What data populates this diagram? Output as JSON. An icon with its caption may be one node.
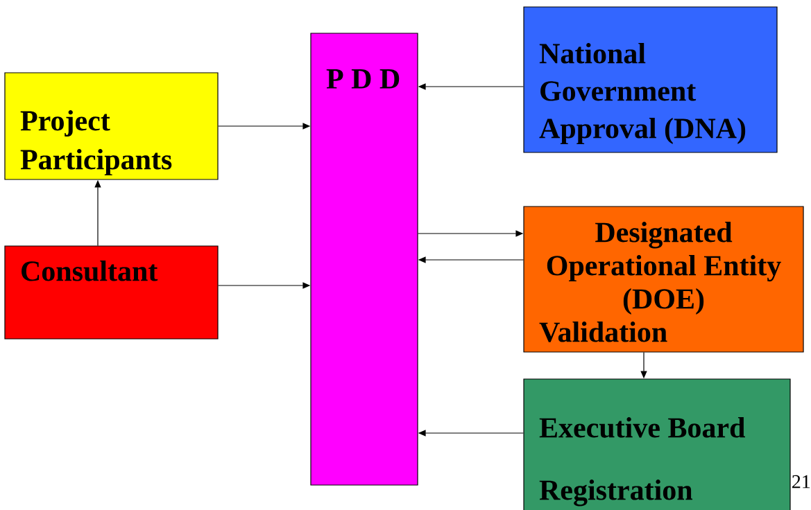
{
  "diagram": {
    "nodes": [
      {
        "text": [
          "Project Participants"
        ]
      },
      {
        "text": [
          "Consultant"
        ]
      },
      {
        "text": [
          "P D D"
        ]
      },
      {
        "text": [
          "National Government Approval (DNA)"
        ]
      },
      {
        "text": [
          "Designated Operational Entity (DOE)",
          "Validation"
        ]
      },
      {
        "text": [
          "Executive Board",
          "Registration"
        ]
      }
    ],
    "edges": [
      {
        "from": 1,
        "to": 0,
        "arrow": "to"
      },
      {
        "from": 0,
        "to": 2,
        "arrow": "to"
      },
      {
        "from": 1,
        "to": 2,
        "arrow": "to"
      },
      {
        "from": 3,
        "to": 2,
        "arrow": "to"
      },
      {
        "from": 2,
        "to": 4,
        "arrow": "to"
      },
      {
        "from": 4,
        "to": 2,
        "arrow": "to"
      },
      {
        "from": 4,
        "to": 5,
        "arrow": "to"
      },
      {
        "from": 5,
        "to": 2,
        "arrow": "to"
      }
    ],
    "labels": [
      "21"
    ]
  }
}
